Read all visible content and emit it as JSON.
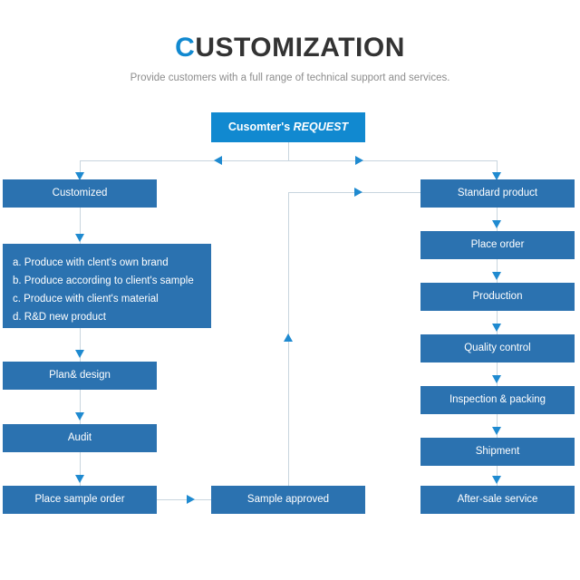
{
  "header": {
    "title_lead": "C",
    "title_rest": "USTOMIZATION",
    "subtitle": "Provide customers with a full range of technical support and services."
  },
  "colors": {
    "box_blue": "#2b72b0",
    "header_blue": "#1189d0",
    "arrow_blue": "#1f8ad0",
    "line_gray": "#c8d5de",
    "title_dark": "#333333",
    "subtitle_gray": "#8d8d8d"
  },
  "flow": {
    "request": {
      "label_bold": "Cusomter's",
      "label_italic": "REQUEST"
    },
    "left_branch": {
      "head": "Customized",
      "options": [
        "a. Produce with clent's own brand",
        "b. Produce according to client's sample",
        "c. Produce with client's material",
        "d. R&D new product"
      ],
      "steps": [
        "Plan& design",
        "Audit",
        "Place sample order"
      ]
    },
    "sample_approved": "Sample approved",
    "right_branch": {
      "steps": [
        "Standard product",
        "Place order",
        "Production",
        "Quality control",
        "Inspection & packing",
        "Shipment",
        "After-sale service"
      ]
    }
  }
}
